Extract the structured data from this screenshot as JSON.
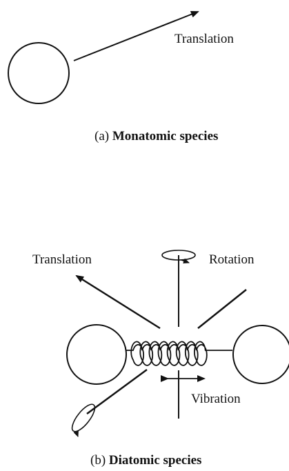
{
  "panel_a": {
    "translation_label": "Translation",
    "caption_prefix": "(a) ",
    "caption_bold": "Monatomic species"
  },
  "panel_b": {
    "translation_label": "Translation",
    "rotation_label": "Rotation",
    "vibration_label": "Vibration",
    "caption_prefix": "(b) ",
    "caption_bold": "Diatomic species"
  },
  "colors": {
    "ink": "#111111",
    "background": "#ffffff"
  }
}
